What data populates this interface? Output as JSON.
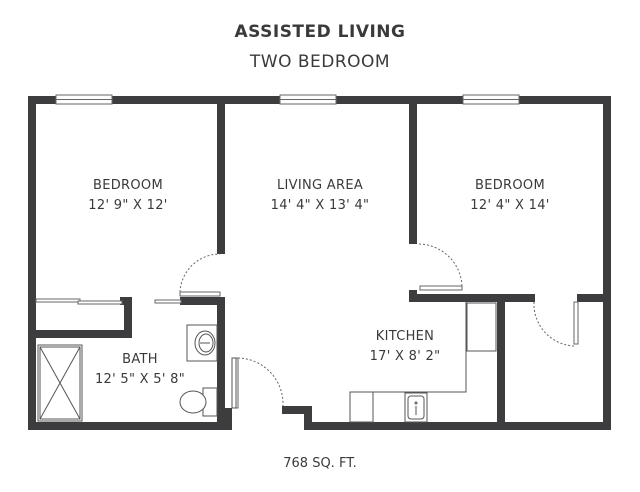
{
  "header": {
    "title": "ASSISTED LIVING",
    "subtitle": "TWO BEDROOM"
  },
  "rooms": [
    {
      "name": "BEDROOM",
      "dimensions": "12' 9\" X 12'"
    },
    {
      "name": "LIVING AREA",
      "dimensions": "14' 4\" X 13' 4\""
    },
    {
      "name": "BEDROOM",
      "dimensions": "12' 4\" X 14'"
    },
    {
      "name": "KITCHEN",
      "dimensions": "17' X 8' 2\""
    },
    {
      "name": "BATH",
      "dimensions": "12' 5\" X 5' 8\""
    }
  ],
  "footer": {
    "area": "768 SQ. FT."
  },
  "colors": {
    "wall": "#3d3d40",
    "fixture_line": "#555555",
    "text": "#3a3a3c"
  },
  "icons": [
    "window-icon",
    "door-swing-icon",
    "shower-icon",
    "sink-icon",
    "toilet-icon",
    "kitchen-sink-icon"
  ]
}
